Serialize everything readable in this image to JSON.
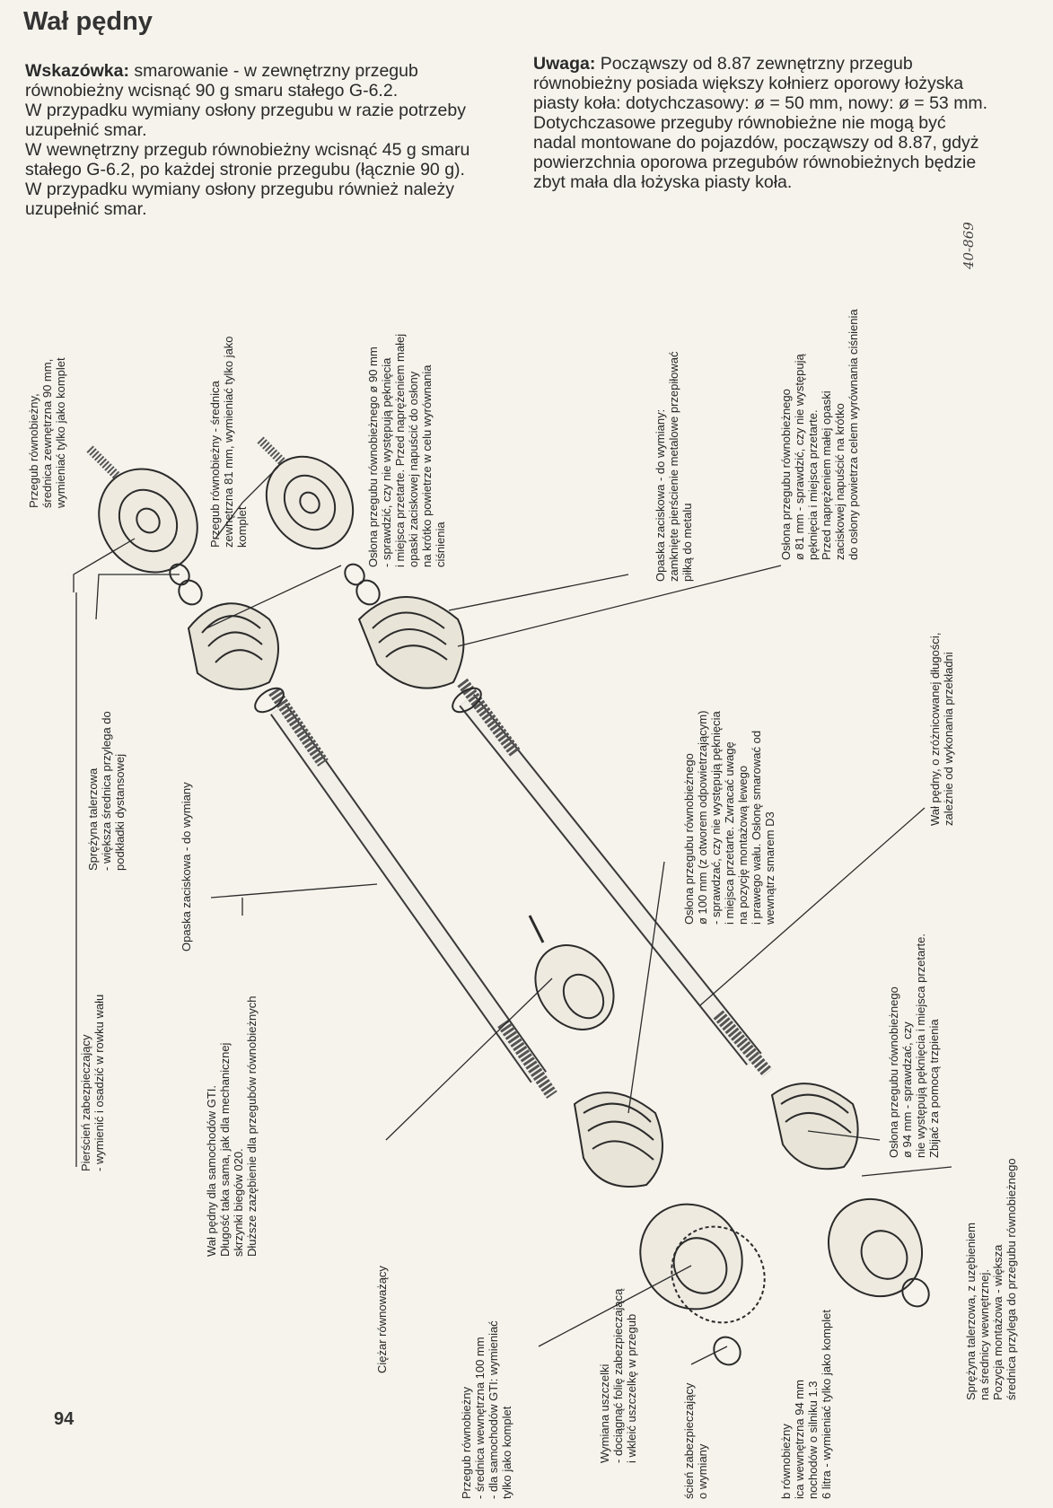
{
  "title": "Wał pędny",
  "page_number": "94",
  "figure_code": "40-869",
  "note_left": {
    "label": "Wskazówka:",
    "lines": [
      " smarowanie - w zewnętrzny przegub równobieżny wcisnąć 90 g smaru stałego G-6.2.",
      "W przypadku wymiany osłony przegubu w razie potrzeby uzupełnić smar.",
      "W wewnętrzny przegub równobieżny wcisnąć 45 g smaru stałego G-6.2, po każdej stronie przegubu (łącznie 90 g).",
      "W przypadku wymiany osłony przegubu również należy uzupełnić smar."
    ]
  },
  "note_right": {
    "label": "Uwaga:",
    "text": " Począwszy od 8.87 zewnętrzny przegub równobieżny posiada większy kołnierz oporowy łożyska piasty koła: dotychczasowy: ø = 50 mm, nowy: ø = 53 mm. Dotychczasowe przeguby równobieżne nie mogą być nadal montowane do pojazdów, począwszy od 8.87, gdyż powierzchnia oporowa przegubów równobieżnych będzie zbyt mała dla łożyska piasty koła."
  },
  "labels": {
    "l1": [
      "Przegub równobieżny,",
      "średnica zewnętrzna 90 mm,",
      "wymieniać tylko jako komplet"
    ],
    "l2": [
      "Przegub równobieżny - średnica",
      "zewnętrzna 81 mm, wymieniać tylko jako",
      "komplet"
    ],
    "l3": [
      "Osłona przegubu równobieżnego ø 90 mm",
      "- sprawdzić, czy nie występują pęknięcia",
      "i miejsca przetarte. Przed naprężeniem małej",
      "opaski zaciskowej napuścić do osłony",
      "na krótko powietrze w celu wyrównania",
      "ciśnienia"
    ],
    "l4": [
      "Opaska zaciskowa - do wymiany:",
      "zamknięte pierścienie metalowe przepiłować",
      "piłką do metalu"
    ],
    "l5": [
      "Osłona przegubu równobieżnego",
      "ø 81 mm - sprawdzić, czy nie występują",
      "pęknięcia i miejsca przetarte.",
      "Przed naprężeniem małej opaski",
      "zaciskowej napuścić na krótko",
      "do osłony powietrza celem wyrównania ciśnienia"
    ],
    "l6": [
      "Sprężyna talerzowa",
      "- większa średnica przylega do",
      "podkładki dystansowej"
    ],
    "l7": [
      "Opaska zaciskowa - do wymiany"
    ],
    "l8": [
      "Pierścień zabezpieczający",
      "- wymienić i osadzić w rowku wału"
    ],
    "l9": [
      "Wał pędny dla samochodów GTI.",
      "Długość taka sama, jak dla mechanicznej",
      "skrzynki biegów 020.",
      "Dłuższe zazębienie dla przegubów równobieżnych"
    ],
    "l10": [
      "Osłona przegubu równobieżnego",
      "ø 100 mm (z otworem odpowietrzającym)",
      "- sprawdzać, czy nie występują pęknięcia",
      "i miejsca przetarte. Zwracać uwagę",
      "na pozycję montażową lewego",
      "i prawego wału. Osłonę smarować od",
      "wewnątrz smarem D3"
    ],
    "l11": [
      "Wał pędny, o zróżnicowanej długości,",
      "zależnie od wykonania przekładni"
    ],
    "l12": [
      "Osłona przegubu równobieżnego",
      "ø 94 mm - sprawdzać, czy",
      "nie występują pęknięcia i miejsca przetarte.",
      "Zbijać za pomocą trzpienia"
    ],
    "l13": [
      "Ciężar równoważący"
    ],
    "l14": [
      "Przegub równobieżny",
      "- średnica wewnętrzna 100 mm",
      "- dla samochodów GTI: wymieniać",
      "tylko jako komplet"
    ],
    "l15": [
      "Wymiana uszczelki",
      "- dociągnąć folię zabezpieczającą",
      "i wkleić uszczelkę w przegub"
    ],
    "l16": [
      "ścień zabezpieczający",
      "o wymiany"
    ],
    "l17": [
      "b równobieżny",
      "ica wewnętrzna 94 mm",
      "nochodów o silniku 1.3",
      "6 litra - wymieniać tylko jako komplet"
    ],
    "l18": [
      "Sprężyna talerzowa, z uzębieniem",
      "na średnicy wewnętrznej.",
      "Pozycja montażowa - większa",
      "średnica przylega do przegubu równobieżnego"
    ]
  }
}
